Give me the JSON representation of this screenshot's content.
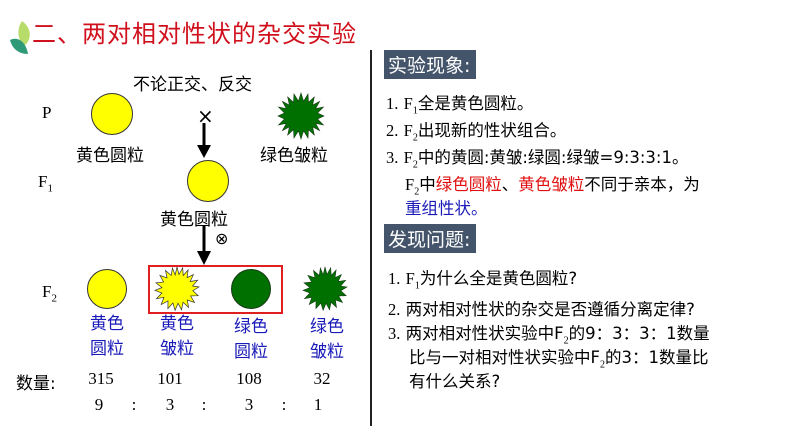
{
  "title": "二、两对相对性状的杂交实验",
  "diagram": {
    "cross_note": "不论正交、反交",
    "generations": {
      "P": {
        "label": "P"
      },
      "F1": {
        "label": "F",
        "sub": "1"
      },
      "F2": {
        "label": "F",
        "sub": "2"
      }
    },
    "cross_symbol": "×",
    "self_symbol": "⊗",
    "parents": [
      {
        "label": "黄色圆粒",
        "color": "#ffff00",
        "shape": "round"
      },
      {
        "label": "绿色皱粒",
        "color": "#007000",
        "shape": "wrinkled"
      }
    ],
    "f1": {
      "label": "黄色圆粒",
      "color": "#ffff00",
      "shape": "round"
    },
    "f2": [
      {
        "line1": "黄色",
        "line2": "圆粒",
        "color": "#ffff00",
        "shape": "round",
        "count": "315",
        "ratio": "9"
      },
      {
        "line1": "黄色",
        "line2": "皱粒",
        "color": "#ffff00",
        "shape": "wrinkled",
        "count": "101",
        "ratio": "3"
      },
      {
        "line1": "绿色",
        "line2": "圆粒",
        "color": "#007000",
        "shape": "round",
        "count": "108",
        "ratio": "3"
      },
      {
        "line1": "绿色",
        "line2": "皱粒",
        "color": "#007000",
        "shape": "wrinkled",
        "count": "32",
        "ratio": "1"
      }
    ],
    "count_label": "数量:",
    "ratio_sep": ":",
    "highlight_box_color": "#e02020"
  },
  "observations": {
    "header": "实验现象:",
    "items": [
      {
        "num": "1.",
        "pre": "F",
        "sub": "1",
        "text": "全是黄色圆粒。"
      },
      {
        "num": "2.",
        "pre": "F",
        "sub": "2",
        "text": "出现新的性状组合。"
      },
      {
        "num": "3.",
        "pre": "F",
        "sub": "2",
        "text": "中的黄圆:黄皱:绿圆:绿皱=9:3:3:1。"
      }
    ],
    "note": {
      "pre": "F",
      "sub": "2",
      "a": "中",
      "red1": "绿色圆粒",
      "b": "、",
      "red2": "黄色皱粒",
      "c": "不同于亲本，为",
      "blue": "重组性状",
      "d": "。"
    }
  },
  "questions": {
    "header": "发现问题:",
    "items": [
      {
        "num": "1.",
        "pre": "F",
        "sub": "1",
        "text": "为什么全是黄色圆粒?"
      },
      {
        "num": "2.",
        "text": "两对相对性状的杂交是否遵循分离定律?"
      },
      {
        "num": "3.",
        "l1a": "两对相对性状实验中F",
        "l1sub": "2",
        "l1b": "的9：3：3：1数量",
        "l2a": "比与一对相对性状实验中F",
        "l2sub": "2",
        "l2b": "的3：1数量比",
        "l3": "有什么关系?"
      }
    ]
  }
}
